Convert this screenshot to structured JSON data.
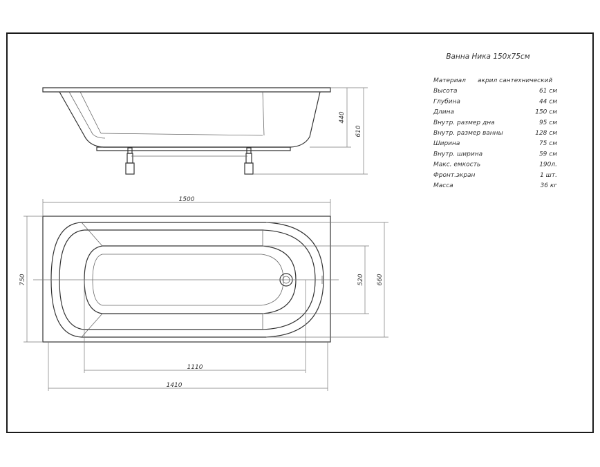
{
  "spec": {
    "title": "Ванна Ника 150x75см",
    "rows": [
      {
        "label": "Материал",
        "value": "акрил сантехнический"
      },
      {
        "label": "Высота",
        "value": "61 см"
      },
      {
        "label": "Глубина",
        "value": "44 см"
      },
      {
        "label": "Длина",
        "value": "150 см"
      },
      {
        "label": "Внутр. размер дна",
        "value": "95 см"
      },
      {
        "label": "Внутр. размер ванны",
        "value": "128 см"
      },
      {
        "label": "Ширина",
        "value": "75 см"
      },
      {
        "label": "Внутр. ширина",
        "value": "59 см"
      },
      {
        "label": "Макс. емкость",
        "value": "190л."
      },
      {
        "label": "Фронт.экран",
        "value": "1 шт."
      },
      {
        "label": "Масса",
        "value": "36 кг"
      }
    ]
  },
  "dimensions": {
    "side_depth": "440",
    "side_height": "610",
    "top_length": "1500",
    "top_width": "750",
    "inner_width_small": "520",
    "inner_width_large": "660",
    "bottom_length": "1110",
    "inner_length": "1410"
  }
}
